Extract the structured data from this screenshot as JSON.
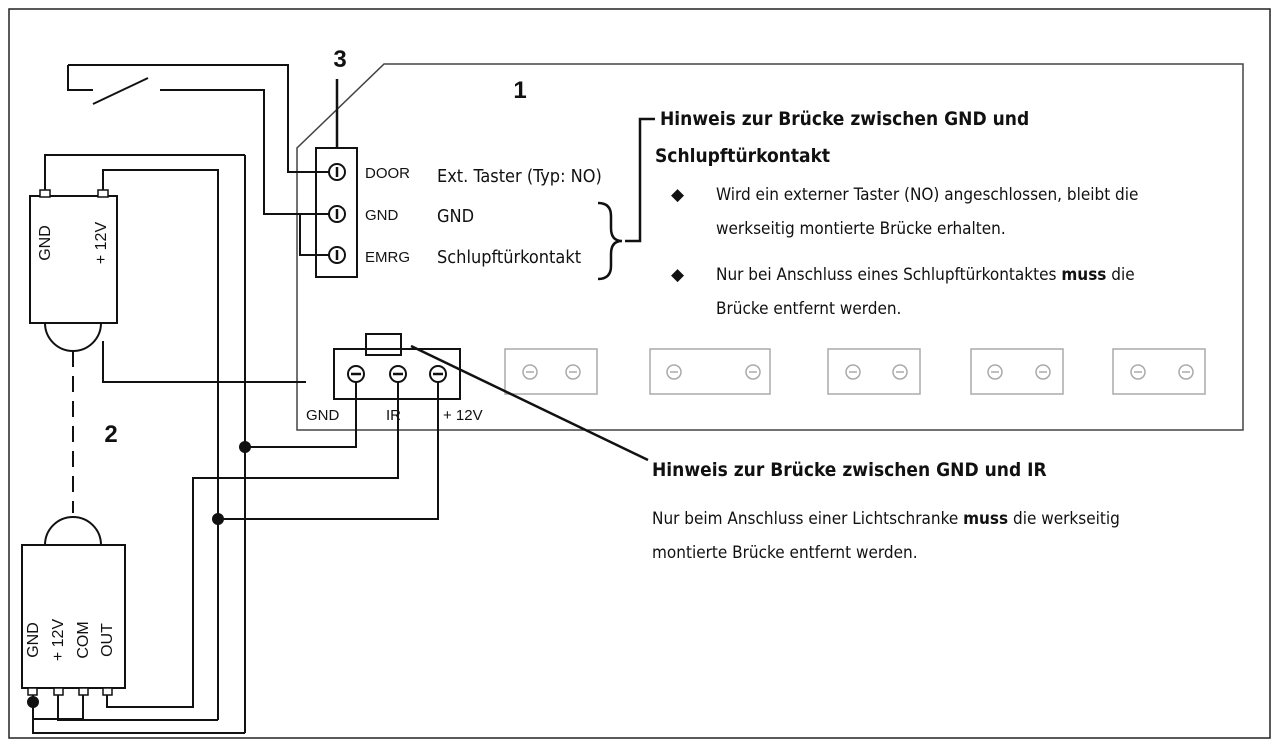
{
  "labels": {
    "controller": "1",
    "photocell": "2",
    "door_block": "3"
  },
  "door_terminals": {
    "rows": [
      {
        "terminal": "DOOR",
        "function": "Ext. Taster (Typ: NO)"
      },
      {
        "terminal": "GND",
        "function": "GND"
      },
      {
        "terminal": "EMRG",
        "function": "Schlupftürkontakt"
      }
    ]
  },
  "note_wicket": {
    "title_line1": "Hinweis zur Brücke zwischen GND und",
    "title_line2": "Schlupftürkontakt",
    "bullet1_line1": "Wird ein externer Taster (NO) angeschlossen, bleibt die",
    "bullet1_line2": "werkseitig montierte Brücke erhalten.",
    "bullet2_pre": "Nur bei Anschluss eines Schlupftürkontaktes ",
    "bullet2_bold": "muss",
    "bullet2_post": " die",
    "bullet2_line2": "Brücke entfernt werden.",
    "bullet_glyph": "◆"
  },
  "ir_terminals": [
    "GND",
    "IR",
    "+ 12V"
  ],
  "note_ir": {
    "title": "Hinweis zur Brücke zwischen GND und IR",
    "line1_pre": "Nur beim Anschluss einer Lichtschranke ",
    "line1_bold": "muss",
    "line1_post": " die werkseitig",
    "line2": "montierte Brücke entfernt werden."
  },
  "transmitter": {
    "pins": [
      "GND",
      "+ 12V"
    ]
  },
  "receiver": {
    "pins": [
      "GND",
      "+ 12V",
      "COM",
      "OUT"
    ]
  }
}
